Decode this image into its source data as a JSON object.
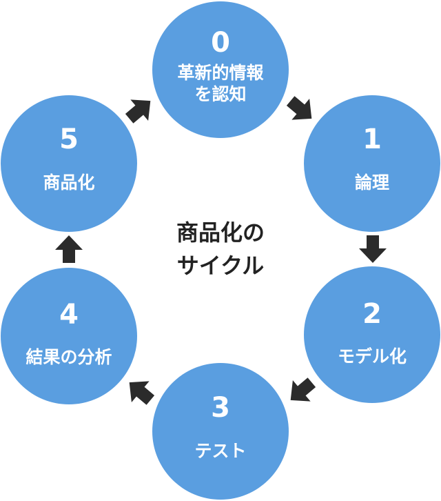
{
  "colors": {
    "node_fill": "#5A9EE0",
    "node_text": "#ffffff",
    "arrow": "#2b2b2b",
    "center_text": "#222222"
  },
  "center": {
    "line1": "商品化の",
    "line2": "サイクル"
  },
  "nodes": [
    {
      "number": "0",
      "label": "革新的情報\nを認知"
    },
    {
      "number": "1",
      "label": "論理"
    },
    {
      "number": "2",
      "label": "モデル化"
    },
    {
      "number": "3",
      "label": "テスト"
    },
    {
      "number": "4",
      "label": "結果の分析"
    },
    {
      "number": "5",
      "label": "商品化"
    }
  ]
}
